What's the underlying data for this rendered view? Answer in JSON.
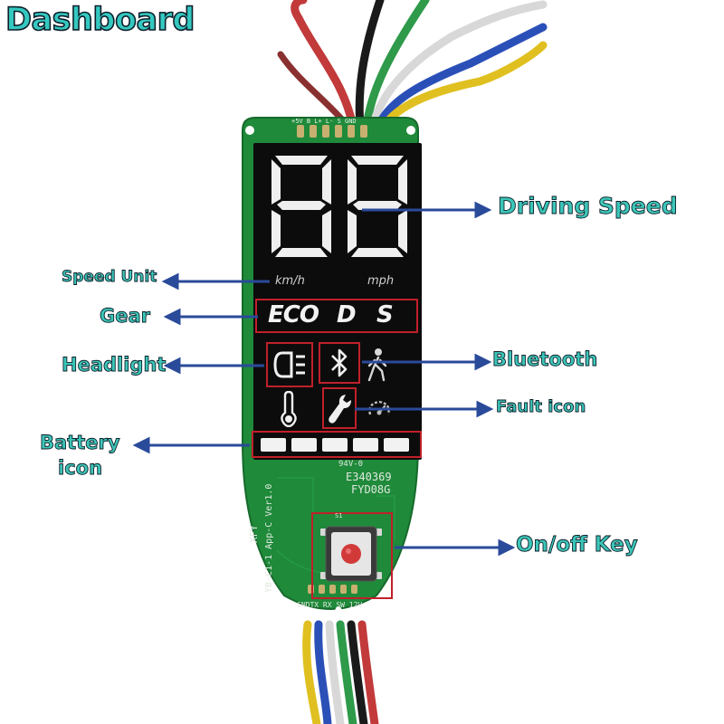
{
  "title": "Dashboard",
  "callouts": {
    "driving_speed": "Driving Speed",
    "speed_unit": "Speed Unit",
    "gear": "Gear",
    "headlight": "Headlight",
    "bluetooth": "Bluetooth",
    "fault_icon": "Fault icon",
    "battery_line1": "Battery",
    "battery_line2": "icon",
    "onoff_key": "On/off Key"
  },
  "display": {
    "speed_digits": "88",
    "unit_kmh": "km/h",
    "unit_mph": "mph",
    "gears": [
      "ECO",
      "D",
      "S"
    ],
    "battery_segments": 5
  },
  "board": {
    "connector_labels": "+5V B L+ L- S GND",
    "marking_1": "94V-0",
    "marking_2": "E340369",
    "marking_3": "FYD08G",
    "vertical_left": "XFY",
    "vertical_mid": "YB-C1-1 App-C Ver1.0",
    "bottom_pins": "GNDTX RX SW 12V",
    "switch_label": "S1"
  },
  "colors": {
    "callout_text": "#3cc6b8",
    "arrow": "#2a4a9a",
    "highlight_box": "#c0202a",
    "pcb": "#1f8a3a",
    "lcd": "#0c0c0c",
    "segment": "#f2f2f2"
  },
  "icons": [
    "headlight-icon",
    "bluetooth-icon",
    "walk-assist-icon",
    "thermometer-icon",
    "wrench-icon",
    "cruise-icon",
    "power-button-icon"
  ]
}
